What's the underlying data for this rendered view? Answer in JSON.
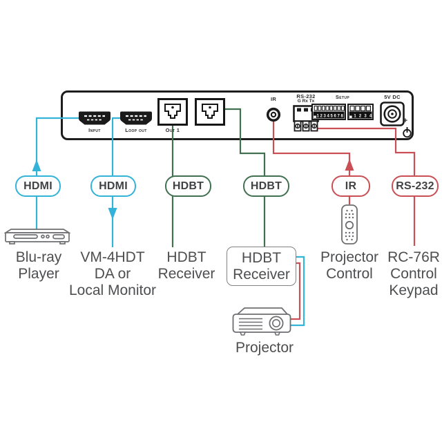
{
  "colors": {
    "cable_cyan": "#33b3d7",
    "cable_green": "#40704f",
    "cable_red": "#ca4f55",
    "label_text": "#4d4e50",
    "panel_outline": "#1d1d1e"
  },
  "panel": {
    "port_labels": {
      "input": "Input",
      "loop_out": "Loop out",
      "out1": "Out 1",
      "ir": "IR",
      "rs232": "RS-232",
      "rs232_pins": "G Rx Tx",
      "setup": "Setup",
      "power": "5V DC",
      "power_plus": "+"
    },
    "dip_switch_1": [
      "1",
      "2",
      "3",
      "4",
      "5",
      "6",
      "7",
      "8"
    ],
    "dip_switch_2": [
      "1",
      "2",
      "3",
      "4"
    ]
  },
  "cables": [
    {
      "label": "HDMI",
      "color": "cyan"
    },
    {
      "label": "HDMI",
      "color": "cyan"
    },
    {
      "label": "HDBT",
      "color": "green"
    },
    {
      "label": "HDBT",
      "color": "green"
    },
    {
      "label": "IR",
      "color": "red"
    },
    {
      "label": "RS-232",
      "color": "red"
    }
  ],
  "devices": {
    "bluray": {
      "line1": "Blu-ray",
      "line2": "Player"
    },
    "vm4hdt": {
      "line1": "VM-4HDT",
      "line2": "DA or",
      "line3": "Local Monitor"
    },
    "hdbt_rx1": {
      "line1": "HDBT",
      "line2": "Receiver"
    },
    "hdbt_rx2": {
      "line1": "HDBT",
      "line2": "Receiver"
    },
    "projector_control": {
      "line1": "Projector",
      "line2": "Control"
    },
    "rc76r": {
      "line1": "RC-76R",
      "line2": "Control",
      "line3": "Keypad"
    },
    "projector": {
      "line1": "Projector"
    }
  }
}
